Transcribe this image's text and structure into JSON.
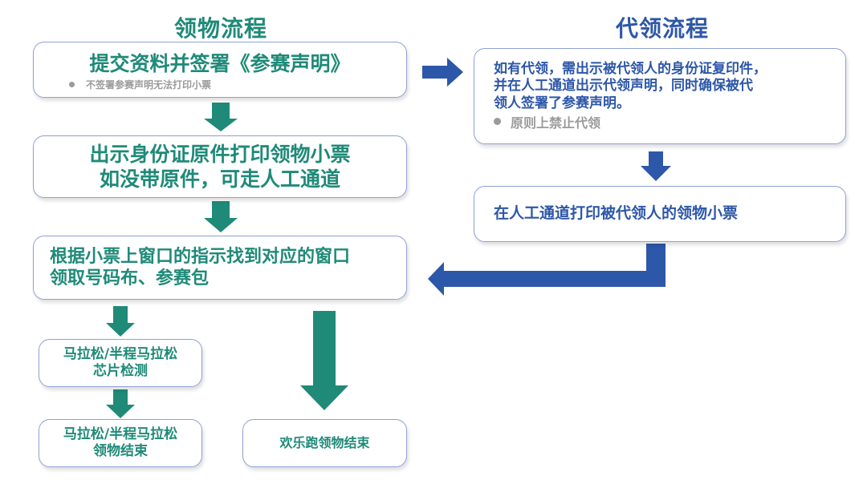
{
  "colors": {
    "primary_flow": "#1f8a78",
    "proxy_flow": "#2d57a8",
    "box_border": "#8fa0d6",
    "note_gray": "#9a9a9a"
  },
  "pickup_flow": {
    "title": "领物流程",
    "step1": {
      "text": "提交资料并签署《参赛声明》",
      "note": "不签署参赛声明无法打印小票"
    },
    "step2": {
      "line1": "出示身份证原件打印领物小票",
      "line2": "如没带原件，可走人工通道"
    },
    "step3": {
      "line1": "根据小票上窗口的指示找到对应的窗口",
      "line2": "领取号码布、参赛包"
    },
    "marathon_chip": {
      "line1": "马拉松/半程马拉松",
      "line2": "芯片检测"
    },
    "marathon_end": {
      "line1": "马拉松/半程马拉松",
      "line2": "领物结束"
    },
    "fun_run_end": {
      "text": "欢乐跑领物结束"
    }
  },
  "proxy_flow": {
    "title": "代领流程",
    "step1": {
      "line1": "如有代领，需出示被代领人的身份证复印件，",
      "line2": "并在人工通道出示代领声明，同时确保被代",
      "line3": "领人签署了参赛声明。",
      "note": "原则上禁止代领"
    },
    "step2": {
      "text": "在人工通道打印被代领人的领物小票"
    }
  }
}
